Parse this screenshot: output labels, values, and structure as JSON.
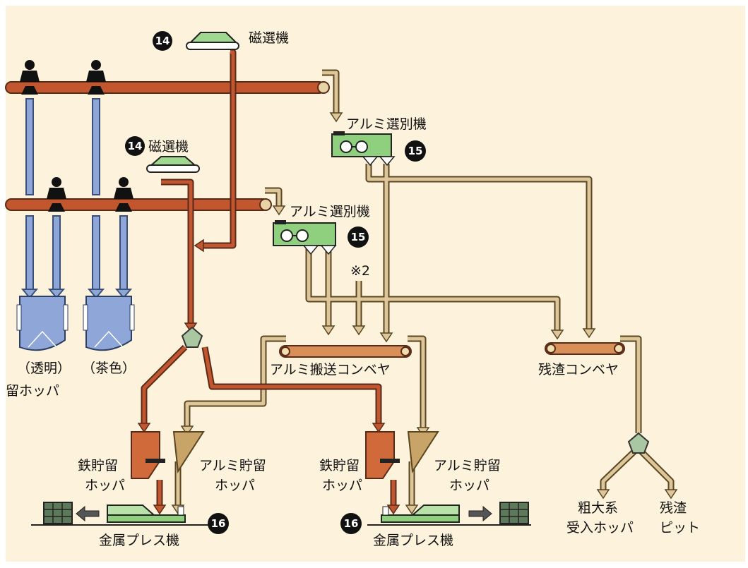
{
  "colors": {
    "background": "#fdf3dc",
    "iron": "#c2562f",
    "aluminium": "#ddc79a",
    "glass": "#8fa6d8",
    "machine": "#7fce6f"
  },
  "icons": [
    "worker-icon",
    "magnetic-separator-icon",
    "aluminium-separator-icon",
    "storage-hopper-icon",
    "metal-press-icon",
    "bale-icon"
  ],
  "labels": {
    "magnet_top": "磁選機",
    "magnet_mid": "磁選機",
    "alum_sep_top": "アルミ選別機",
    "alum_sep_mid": "アルミ選別機",
    "note2": "※2",
    "clear": "（透明）",
    "brown": "（茶色）",
    "hopper_partial": "留ホッパ",
    "alum_conveyor": "アルミ搬送コンベヤ",
    "residue_conveyor": "残渣コンベヤ",
    "iron_hopper_l1": "鉄貯留",
    "iron_hopper_l2": "ホッパ",
    "alum_hopper_l1": "アルミ貯留",
    "alum_hopper_l2": "ホッパ",
    "iron_hopper_r1": "鉄貯留",
    "iron_hopper_r2": "ホッパ",
    "alum_hopper_r1": "アルミ貯留",
    "alum_hopper_r2": "ホッパ",
    "press_left": "金属プレス機",
    "press_right": "金属プレス機",
    "coarse_1": "粗大系",
    "coarse_2": "受入ホッパ",
    "residue_pit_1": "残渣",
    "residue_pit_2": "ピット"
  },
  "badges": {
    "b14_top": "14",
    "b14_mid": "14",
    "b15_top": "15",
    "b15_mid": "15",
    "b16_left": "16",
    "b16_right": "16"
  }
}
